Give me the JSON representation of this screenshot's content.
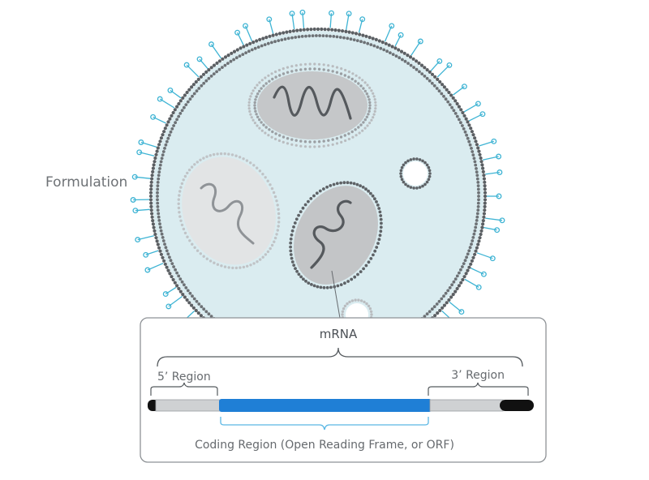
{
  "labels": {
    "formulation": "Formulation",
    "mrna": "mRNA",
    "five_prime_region": "5’ Region",
    "three_prime_region": "3’ Region",
    "coding_region": "Coding Region (Open Reading Frame, or ORF)"
  },
  "colors": {
    "background": "#ffffff",
    "particle_fill": "#daecf0",
    "membrane_dots": "#5b5f63",
    "surface_ligand": "#3fb4d4",
    "vesicle_fill": "#c9cbcd",
    "vesicle_light_fill": "#e3e5e6",
    "mrna_squiggle": "#55595d",
    "coding_region": "#1f7fd6",
    "coding_bracket": "#5ab7e4",
    "utr_segment": "#cfd1d3",
    "cap_tail": "#111111",
    "panel_border": "#8e9296",
    "label_text": "#666a6e"
  }
}
